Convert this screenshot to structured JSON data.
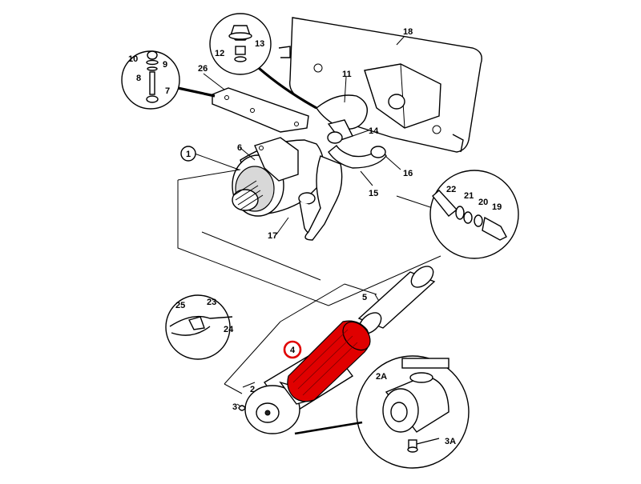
{
  "labels": {
    "l1": "1",
    "l2": "2",
    "l2A": "2A",
    "l3": "3",
    "l3A": "3A",
    "l4": "4",
    "l5": "5",
    "l6": "6",
    "l7": "7",
    "l8": "8",
    "l9": "9",
    "l10": "10",
    "l11": "11",
    "l12": "12",
    "l13": "13",
    "l14": "14",
    "l15": "15",
    "l16": "16",
    "l17": "17",
    "l18": "18",
    "l19": "19",
    "l20": "20",
    "l21": "21",
    "l22": "22",
    "l23": "23",
    "l24": "24",
    "l25": "25",
    "l26": "26"
  },
  "colors": {
    "highlight": "#e00000",
    "line": "#000000"
  }
}
